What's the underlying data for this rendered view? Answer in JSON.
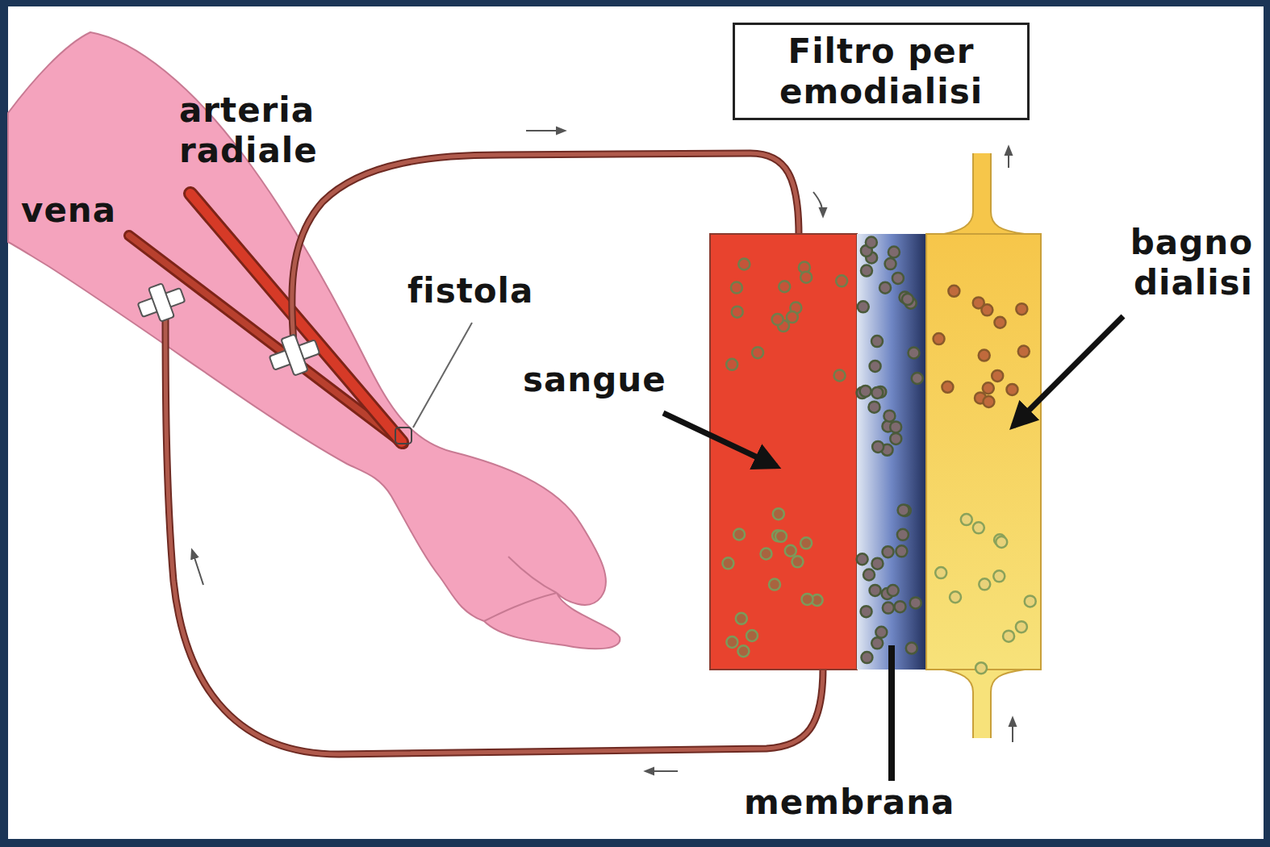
{
  "diagram": {
    "nodes": [
      {
        "text": [
          "Filtro per emodialisi"
        ]
      }
    ],
    "labels": [
      "arteria radiale",
      "vena",
      "fistola",
      "sangue",
      "bagno dialisi",
      "membrana"
    ]
  }
}
